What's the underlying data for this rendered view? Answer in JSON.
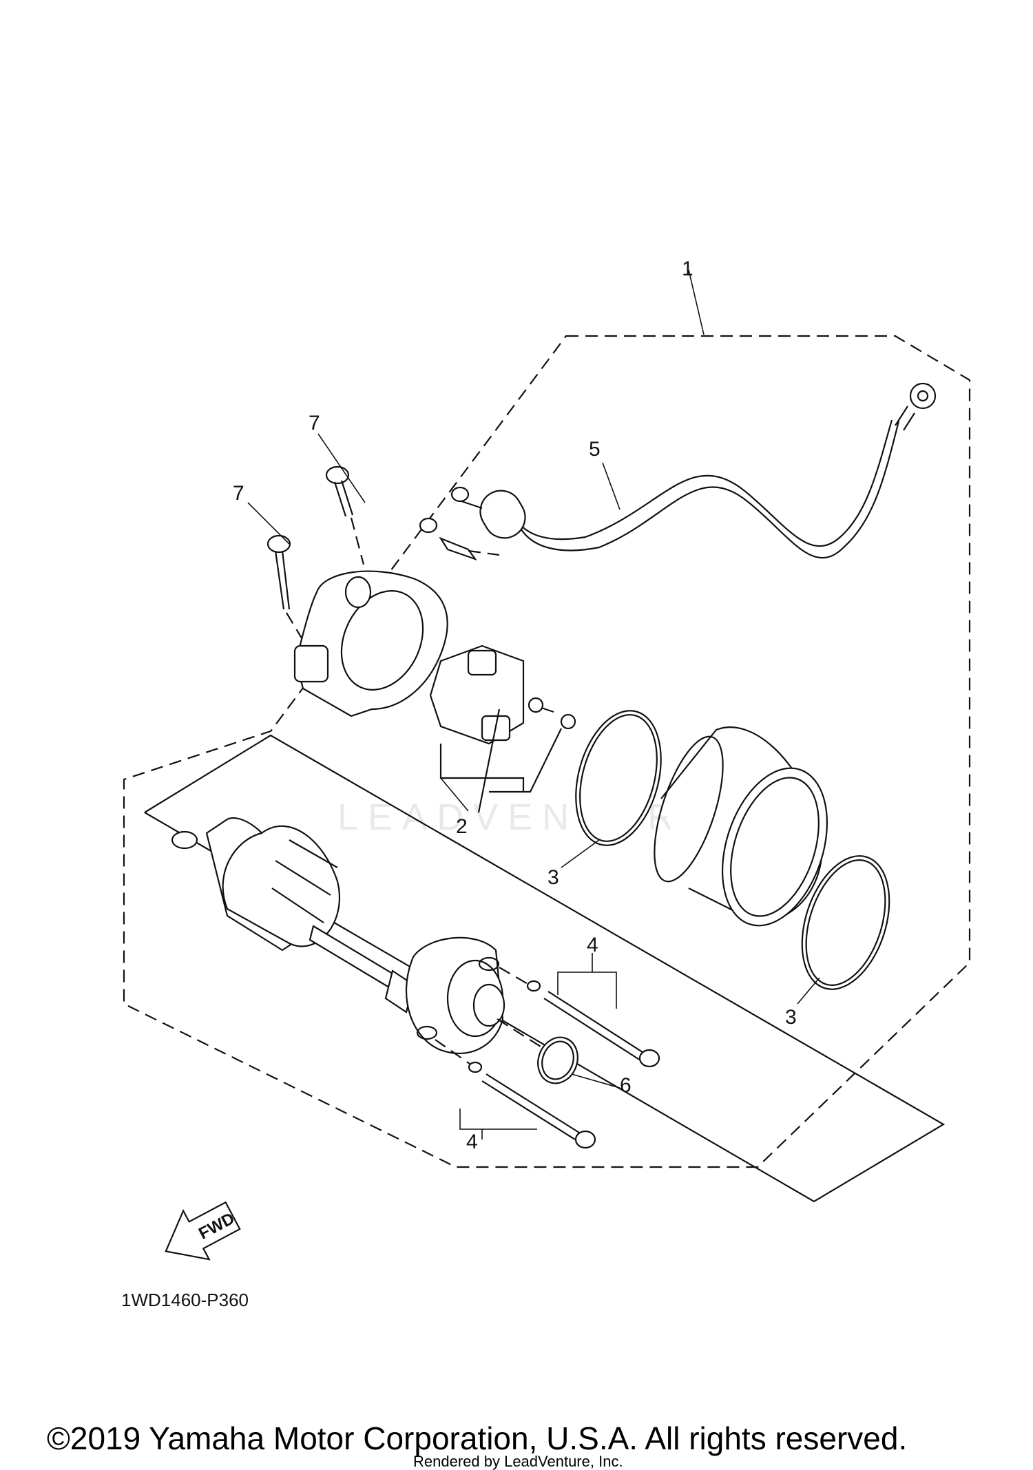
{
  "callouts": {
    "c1": "1",
    "c2": "2",
    "c3a": "3",
    "c3b": "3",
    "c4a": "4",
    "c4b": "4",
    "c5": "5",
    "c6": "6",
    "c7a": "7",
    "c7b": "7"
  },
  "fwd_label": "FWD",
  "part_number": "1WD1460-P360",
  "watermark": "LEADVENTURE",
  "copyright": "©2019 Yamaha Motor Corporation, U.S.A. All rights reserved.",
  "rendered_by": "Rendered by LeadVenture, Inc."
}
